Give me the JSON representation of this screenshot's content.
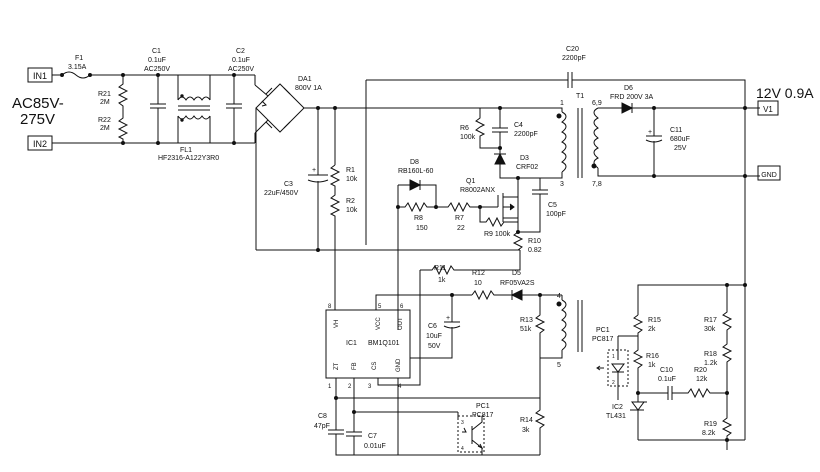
{
  "io": {
    "in1": "IN1",
    "in2": "IN2",
    "input_range_line1": "AC85V-",
    "input_range_line2": "275V",
    "v1": "V1",
    "gnd": "GND",
    "output_rating": "12V 0.9A"
  },
  "components": {
    "f1": {
      "ref": "F1",
      "value": "3.15A"
    },
    "c1": {
      "ref": "C1",
      "value": "0.1uF",
      "rating": "AC250V"
    },
    "c2": {
      "ref": "C2",
      "value": "0.1uF",
      "rating": "AC250V"
    },
    "r21": {
      "ref": "R21",
      "value": "2M"
    },
    "r22": {
      "ref": "R22",
      "value": "2M"
    },
    "fl1": {
      "ref": "FL1",
      "value": "HF2316-A122Y3R0"
    },
    "da1": {
      "ref": "DA1",
      "value": "800V 1A"
    },
    "c3": {
      "ref": "C3",
      "value": "22uF/450V"
    },
    "r1": {
      "ref": "R1",
      "value": "10k"
    },
    "r2": {
      "ref": "R2",
      "value": "10k"
    },
    "d8": {
      "ref": "D8",
      "value": "RB160L-60"
    },
    "q1": {
      "ref": "Q1",
      "value": "R8002ANX"
    },
    "r8": {
      "ref": "R8",
      "value": "150"
    },
    "r7": {
      "ref": "R7",
      "value": "22"
    },
    "r9": {
      "ref": "R9",
      "value": "100k"
    },
    "r10": {
      "ref": "R10",
      "value": "0.82"
    },
    "r6": {
      "ref": "R6",
      "value": "100k"
    },
    "c4": {
      "ref": "C4",
      "value": "2200pF"
    },
    "d3": {
      "ref": "D3",
      "value": "CRF02"
    },
    "c5": {
      "ref": "C5",
      "value": "100pF"
    },
    "c20": {
      "ref": "C20",
      "value": "2200pF"
    },
    "t1": {
      "ref": "T1"
    },
    "d6": {
      "ref": "D6",
      "value": "FRD 200V 3A"
    },
    "c11": {
      "ref": "C11",
      "value": "680uF",
      "rating": "25V"
    },
    "r11": {
      "ref": "R11",
      "value": "1k"
    },
    "r12": {
      "ref": "R12",
      "value": "10"
    },
    "d5": {
      "ref": "D5",
      "value": "RF05VA2S"
    },
    "ic1": {
      "ref": "IC1",
      "value": "BM1Q101"
    },
    "c6": {
      "ref": "C6",
      "value": "10uF",
      "rating": "50V"
    },
    "r13": {
      "ref": "R13",
      "value": "51k"
    },
    "c8": {
      "ref": "C8",
      "value": "47pF"
    },
    "c7": {
      "ref": "C7",
      "value": "0.01uF"
    },
    "pc1_b": {
      "ref": "PC1",
      "value": "PC817"
    },
    "r14": {
      "ref": "R14",
      "value": "3k"
    },
    "pc1_a": {
      "ref": "PC1",
      "value": "PC817"
    },
    "r15": {
      "ref": "R15",
      "value": "2k"
    },
    "r16": {
      "ref": "R16",
      "value": "1k"
    },
    "c10": {
      "ref": "C10",
      "value": "0.1uF"
    },
    "r20": {
      "ref": "R20",
      "value": "12k"
    },
    "ic2": {
      "ref": "IC2",
      "value": "TL431"
    },
    "r17": {
      "ref": "R17",
      "value": "30k"
    },
    "r18": {
      "ref": "R18",
      "value": "1.2k"
    },
    "r19": {
      "ref": "R19",
      "value": "8.2k"
    }
  },
  "ic1_pins": {
    "vh": "VH",
    "vcc": "VCC",
    "out": "OUT",
    "zt": "ZT",
    "fb": "FB",
    "cs": "CS",
    "gnd": "GND",
    "n8": "8",
    "n5": "5",
    "n6": "6",
    "n1": "1",
    "n2": "2",
    "n3": "3",
    "n4": "4"
  },
  "t1_pins": {
    "p1": "1",
    "p3": "3",
    "p69": "6,9",
    "p78": "7,8",
    "p4": "4",
    "p5": "5"
  },
  "pc_pins": {
    "a1": "1",
    "a2": "2",
    "b3": "3",
    "b4": "4"
  }
}
